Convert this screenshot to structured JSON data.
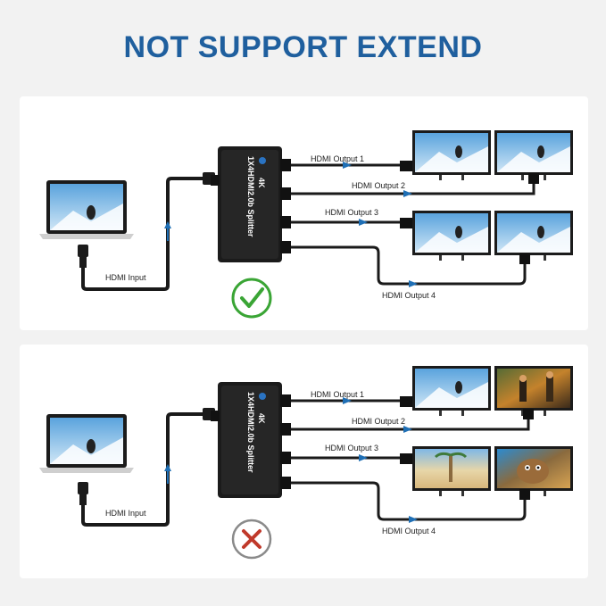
{
  "title": "NOT SUPPORT EXTEND",
  "colors": {
    "title": "#1f5f9e",
    "cable": "#1a1a1a",
    "arrow": "#1f6fb5",
    "check": "#3aa535",
    "cross": "#c0392b",
    "device": "#1b1b1b"
  },
  "panels": [
    {
      "status_icon": "check-icon",
      "input_label": "HDMI Input",
      "splitter_label": "1X4HDMI2.0b Splitter",
      "splitter_badge": "4K",
      "outputs": [
        "HDMI Output 1",
        "HDMI Output 2",
        "HDMI Output 3",
        "HDMI Output 4"
      ],
      "screens": [
        "skier-image",
        "skier-image",
        "skier-image",
        "skier-image"
      ]
    },
    {
      "status_icon": "cross-icon",
      "input_label": "HDMI Input",
      "splitter_label": "1X4HDMI2.0b Splitter",
      "splitter_badge": "4K",
      "outputs": [
        "HDMI Output 1",
        "HDMI Output 2",
        "HDMI Output 3",
        "HDMI Output 4"
      ],
      "screens": [
        "skier-image",
        "game-scene-image",
        "beach-image",
        "cartoon-image"
      ]
    }
  ]
}
